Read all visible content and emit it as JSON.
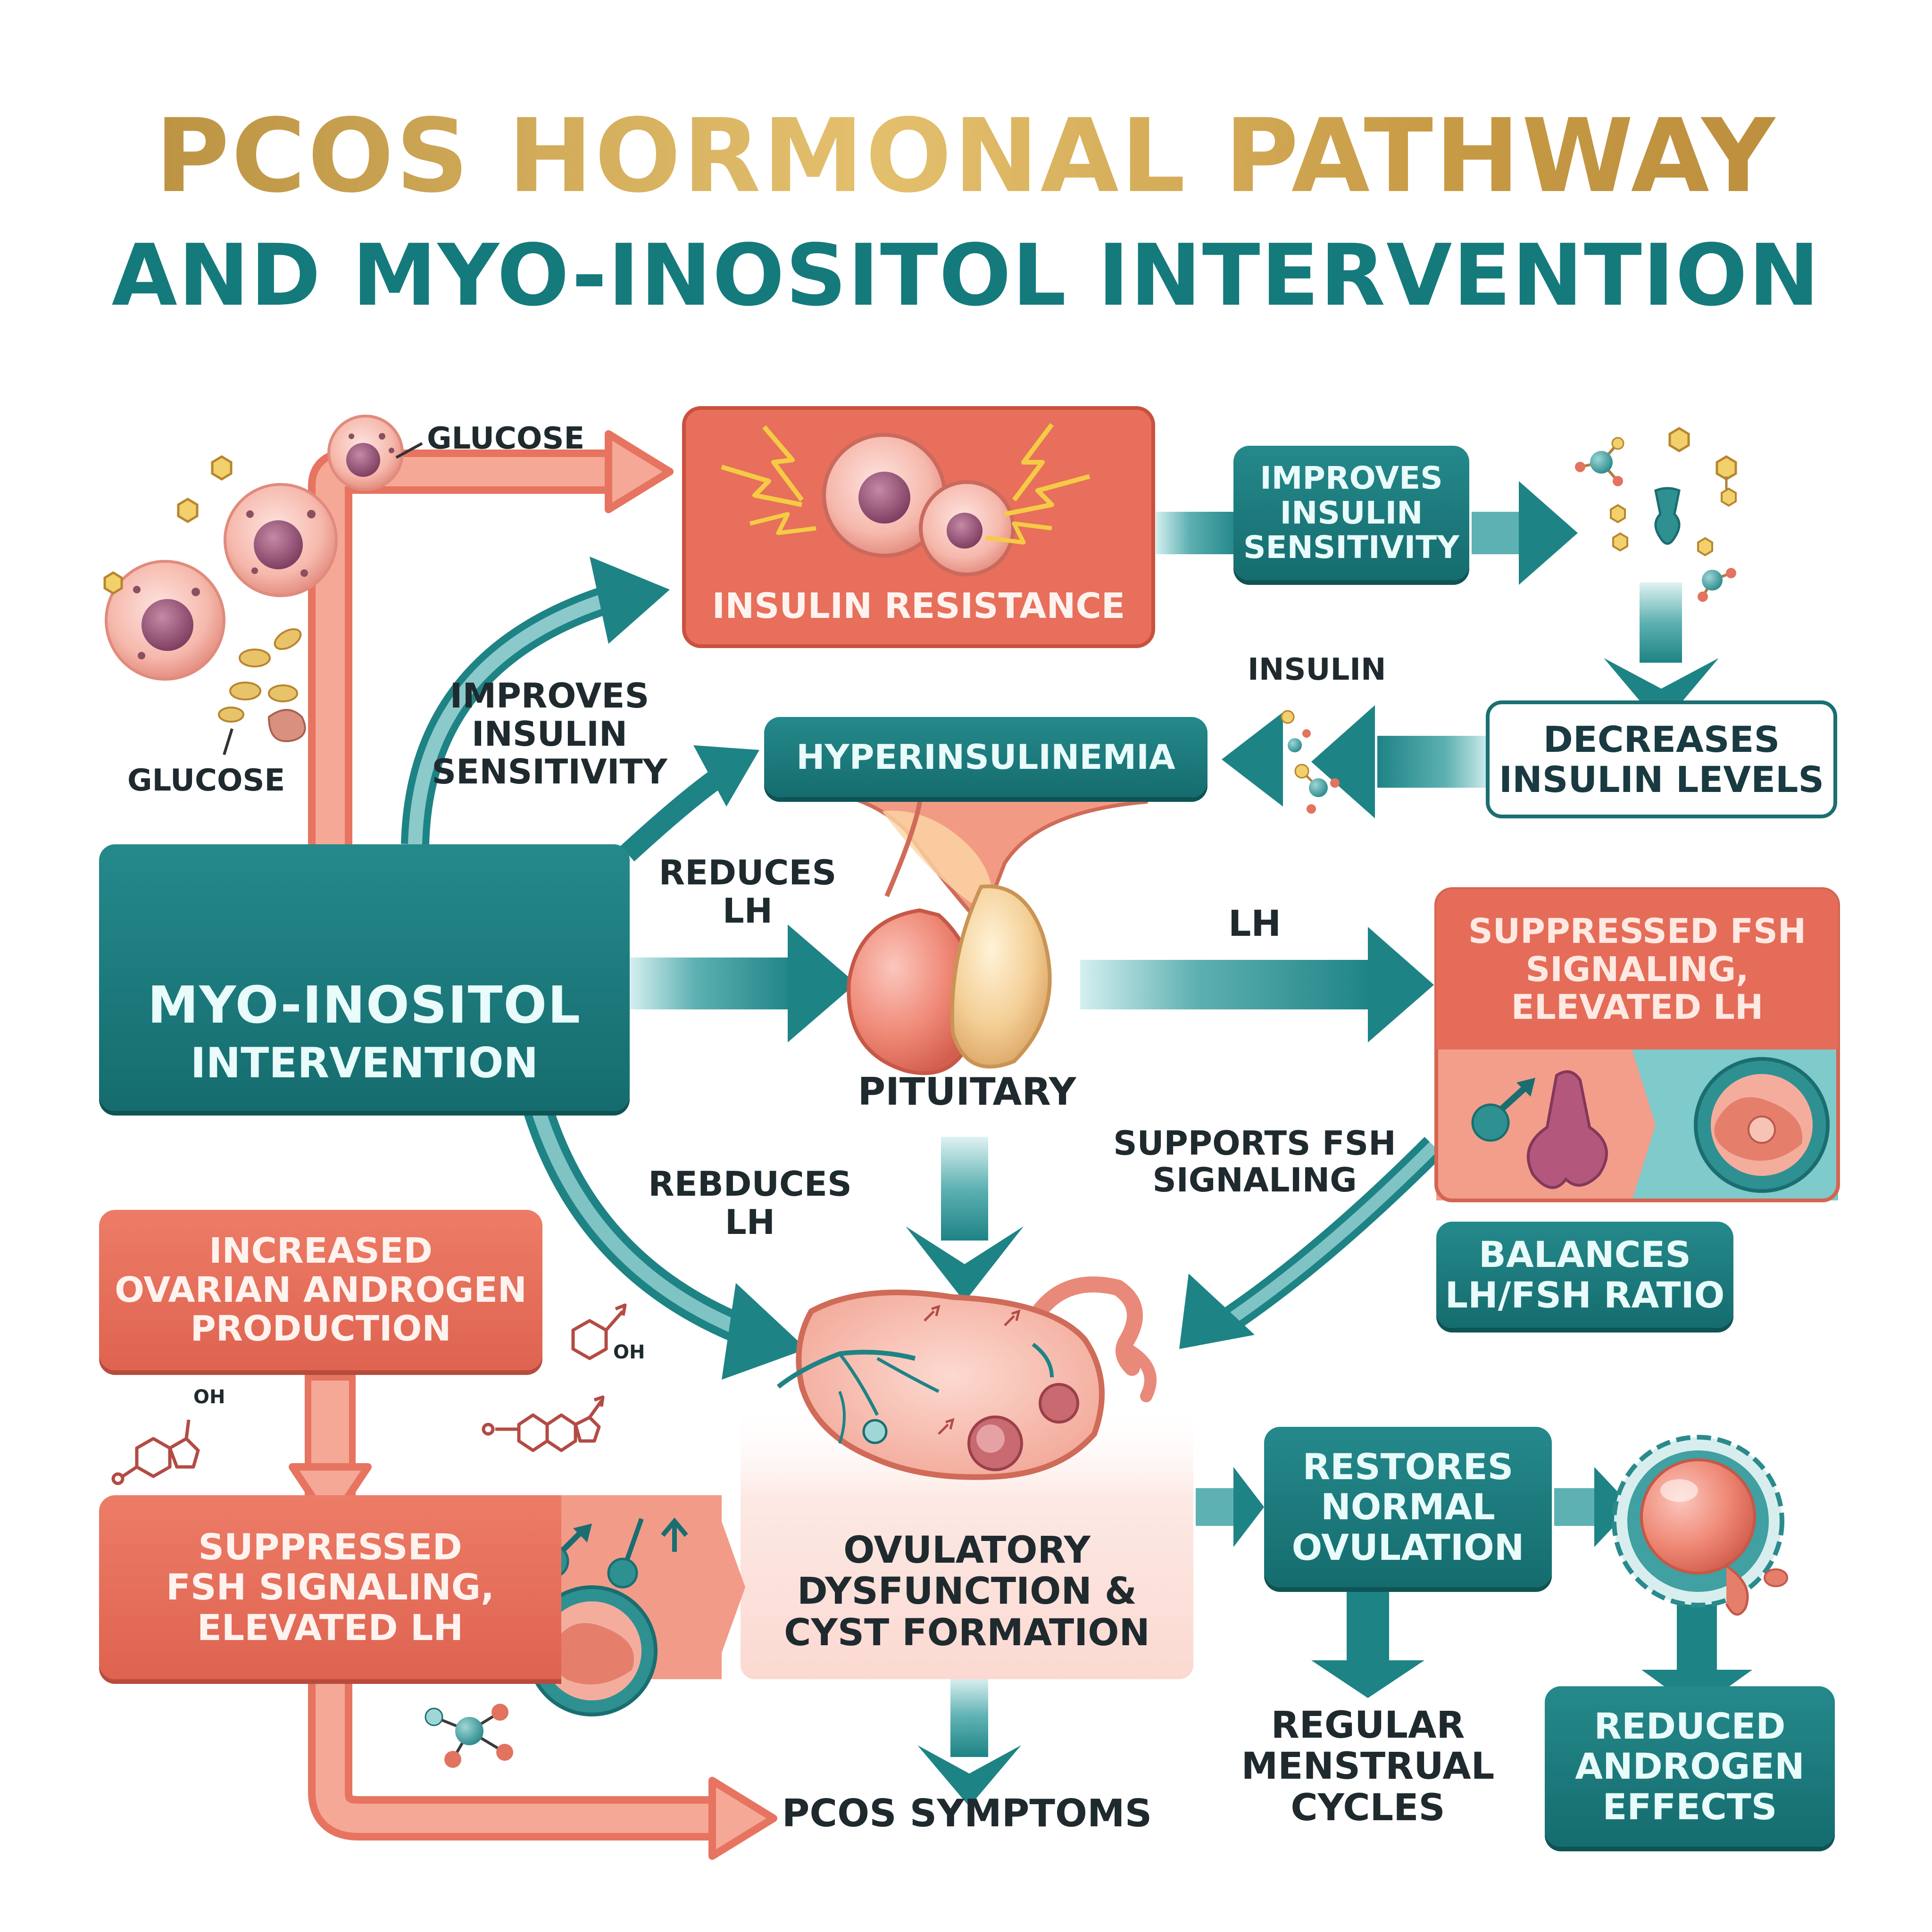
{
  "title": {
    "line1": "PCOS HORMONAL PATHWAY",
    "line2": "AND MYO-INOSITOL INTERVENTION"
  },
  "boxes": {
    "insulin_resistance": "INSULIN RESISTANCE",
    "improves_insulin_sensitivity_top": "IMPROVES\nINSULIN\nSENSITIVITY",
    "hyperinsulinemia": "HYPERINSULINEMIA",
    "decreases_insulin_levels": "DECREASES\nINSULIN LEVELS",
    "myo_inositol_title": "MYO-INOSITOL",
    "myo_inositol_sub": "INTERVENTION",
    "suppressed_fsh_right": "SUPPRESSED FSH\nSIGNALING,\nELEVATED LH",
    "balances_ratio": "BALANCES\nLH/FSH RATIO",
    "increased_androgen": "INCREASED\nOVARIAN ANDROGEN\nPRODUCTION",
    "suppressed_fsh_left": "SUPPRESSED\nFSH SIGNALING,\nELEVATED LH",
    "ovulatory_dysfunction": "OVULATORY\nDYSFUNCTION &\nCYST FORMATION",
    "restores_ovulation": "RESTORES\nNORMAL\nOVULATION",
    "reduced_androgen": "REDUCED\nANDROGEN\nEFFECTS"
  },
  "labels": {
    "glucose_top": "GLUCOSE",
    "glucose_left": "GLUCOSE",
    "insulin": "INSULIN",
    "improves_insulin_sensitivity_left": "IMPROVES\nINSULIN\nSENSITIVITY",
    "reduces_lh_top": "REDUCES\nLH",
    "lh": "LH",
    "pituitary": "PITUITARY",
    "supports_fsh": "SUPPORTS FSH\nSIGNALING",
    "rebduces_lh": "REBDUCES\nLH",
    "oh_1": "OH",
    "oh_2": "OH",
    "pcos_symptoms": "PCOS SYMPTOMS",
    "regular_cycles": "REGULAR\nMENSTRUAL\nCYCLES"
  },
  "icons": {
    "cells": "cell-icon",
    "molecule": "molecule-icon",
    "lightning": "lightning-icon",
    "pituitary": "pituitary-gland-icon",
    "ovary": "ovary-icon",
    "follicle": "follicle-icon",
    "male_symbol": "male-symbol-icon",
    "steroid": "steroid-molecule-icon"
  },
  "colors": {
    "teal": "#1a7b7d",
    "coral": "#e56c58",
    "gold": "#c9a04c",
    "dark_text": "#1f2a2e"
  }
}
